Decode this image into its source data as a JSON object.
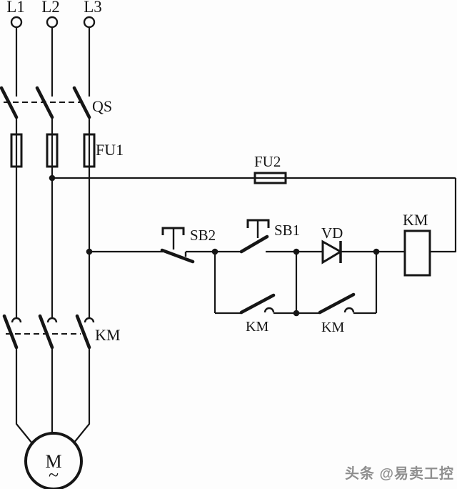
{
  "labels": {
    "l1": "L1",
    "l2": "L2",
    "l3": "L3",
    "qs": "QS",
    "fu1": "FU1",
    "fu2": "FU2",
    "sb2": "SB2",
    "sb1": "SB1",
    "vd": "VD",
    "km_coil": "KM",
    "km_main": "KM",
    "km_aux_left": "KM",
    "km_aux_right": "KM",
    "motor": "M",
    "motor_wave": "~"
  },
  "watermark": {
    "text": "头条 @易卖工控"
  },
  "colors": {
    "line": "#161616",
    "background": "#fdfdfd",
    "watermark": "#8f8f8f"
  }
}
